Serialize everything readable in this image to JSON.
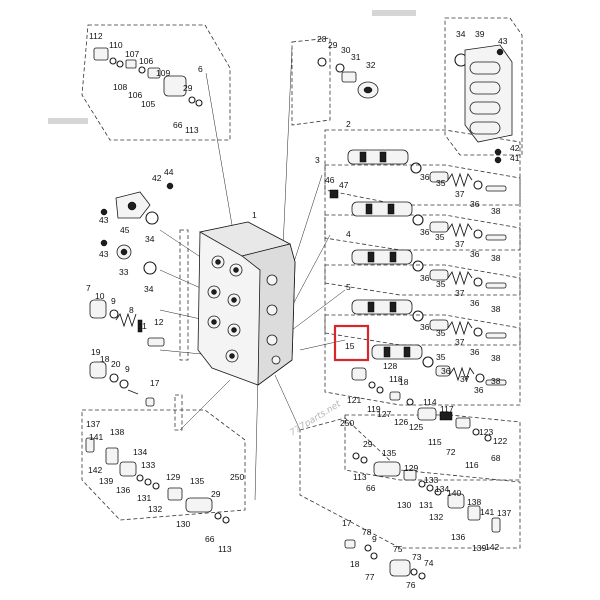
{
  "diagram": {
    "watermark": "777parts.net",
    "highlight_color": "#d8262c",
    "highlighted_label": "15",
    "callouts": {
      "c112": "112",
      "c110": "110",
      "c107": "107",
      "c106a": "106",
      "c108": "108",
      "c106b": "106",
      "c105": "105",
      "c109": "109",
      "c6": "6",
      "c29a": "29",
      "c66a": "66",
      "c113a": "113",
      "c28": "28",
      "c29b": "29",
      "c30": "30",
      "c31": "31",
      "c32": "32",
      "c34a": "34",
      "c39": "39",
      "c43a": "43",
      "c42a": "42",
      "c41": "41",
      "c2": "2",
      "c3": "3",
      "c4": "4",
      "c5": "5",
      "c1": "1",
      "c46": "46",
      "c47": "47",
      "c36a": "36",
      "c35a": "35",
      "c37a": "37",
      "c36b": "36",
      "c38a": "38",
      "c36c": "36",
      "c35b": "35",
      "c37b": "37",
      "c36d": "36",
      "c38b": "38",
      "c36e": "36",
      "c35c": "35",
      "c37c": "37",
      "c36f": "36",
      "c38c": "38",
      "c36g": "36",
      "c35d": "35",
      "c37d": "37",
      "c36h": "36",
      "c38d": "38",
      "c35e": "35",
      "c36i": "36",
      "c37e": "37",
      "c36j": "36",
      "c38e": "38",
      "c44": "44",
      "c42b": "42",
      "c43b": "43",
      "c45": "45",
      "c34b": "34",
      "c43c": "43",
      "c33": "33",
      "c34c": "34",
      "c7": "7",
      "c10": "10",
      "c9a": "9",
      "c8": "8",
      "c11": "11",
      "c12": "12",
      "c19": "19",
      "c18a": "18",
      "c20": "20",
      "c9b": "9",
      "c17a": "17",
      "c15": "15",
      "c128": "128",
      "c118": "118",
      "c18b": "18",
      "c119": "119",
      "c121": "121",
      "c127": "127",
      "c126": "126",
      "c125": "125",
      "c117": "117",
      "c114": "114",
      "c115": "115",
      "c123": "123",
      "c116": "116",
      "c122": "122",
      "c72": "72",
      "c68": "68",
      "c137a": "137",
      "c141a": "141",
      "c138": "138",
      "c142": "142",
      "c139": "139",
      "c136a": "136",
      "c134a": "134",
      "c133a": "133",
      "c131a": "131",
      "c132a": "132",
      "c129": "129",
      "c135": "135",
      "c29c": "29",
      "c130": "130",
      "c66b": "66",
      "c113b": "113",
      "c250a": "250",
      "c250b": "250",
      "c29d": "29",
      "c113c": "113",
      "c66c": "66",
      "c135b": "135",
      "c130b": "130",
      "c129b": "129",
      "c131b": "131",
      "c132b": "132",
      "c133b": "133",
      "c134b": "134",
      "c140": "140",
      "c136b": "136",
      "c139b": "139",
      "c138b": "138",
      "c141b": "141",
      "c142b": "142",
      "c137b": "137",
      "c17b": "17",
      "c78": "78",
      "c9c": "9",
      "c18c": "18",
      "c77": "77",
      "c75": "75",
      "c73": "73",
      "c74": "74",
      "c76": "76"
    }
  }
}
